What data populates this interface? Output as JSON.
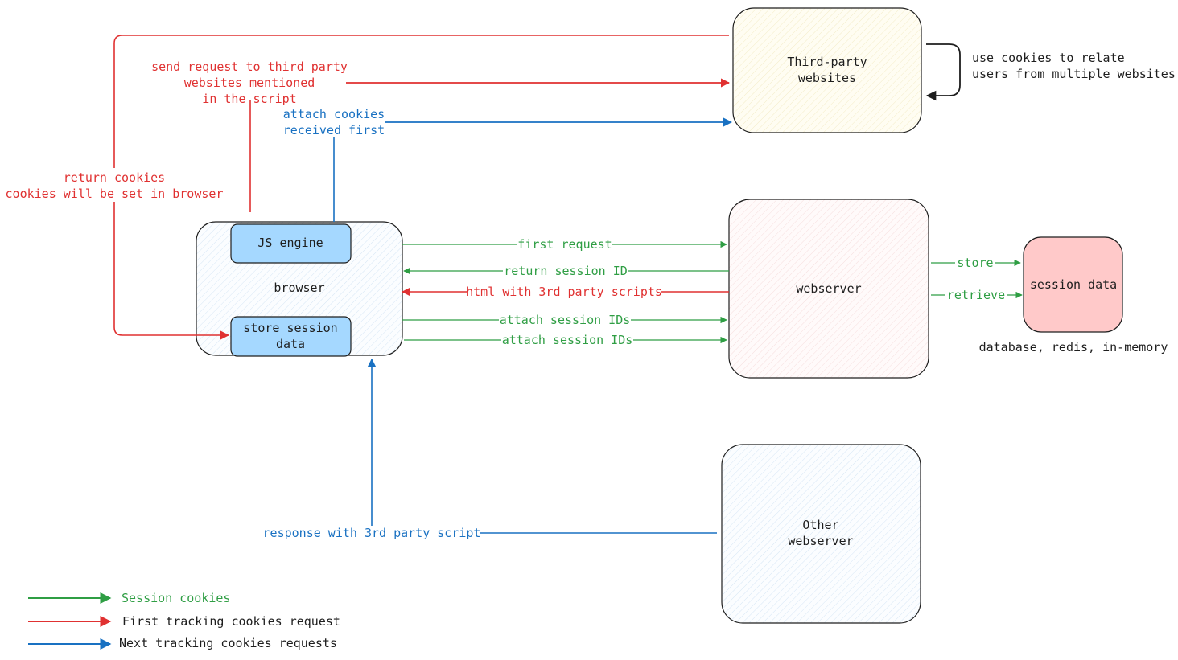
{
  "colors": {
    "green": "#2f9e44",
    "red": "#e03131",
    "blue": "#1971c2",
    "dark": "#1e1e1e",
    "third_party_fill": "#fffbe6",
    "webserver_fill": "#fff0f0",
    "other_fill": "#eef4fb",
    "browser_fill": "#eef4fb",
    "inner_box_fill": "#a5d8ff",
    "session_data_fill": "#ffc9c9"
  },
  "nodes": {
    "third_party": [
      "Third-party",
      "websites"
    ],
    "browser": "browser",
    "js_engine": "JS engine",
    "store_session": [
      "store session",
      "data"
    ],
    "webserver": "webserver",
    "session_data": "session data",
    "session_data_note": "database, redis, in-memory",
    "other_webserver": [
      "Other",
      "webserver"
    ]
  },
  "edge_labels": {
    "send_request": [
      "send request to third party",
      "websites mentioned",
      "in the script"
    ],
    "return_cookies": [
      "return cookies",
      "cookies will be set in browser"
    ],
    "attach_cookies": [
      "attach cookies",
      "received first"
    ],
    "use_cookies": [
      "use cookies to relate",
      "users from multiple websites"
    ],
    "first_request": "first request",
    "return_session_id": "return session ID",
    "html_scripts": "html with 3rd party scripts",
    "attach_ids_1": "attach session IDs",
    "attach_ids_2": "attach session IDs",
    "store": "store",
    "retrieve": "retrieve",
    "response_script": "response with 3rd party script"
  },
  "legend": [
    {
      "label": "Session cookies",
      "color": "green"
    },
    {
      "label": "First tracking cookies request",
      "color": "red"
    },
    {
      "label": "Next tracking cookies requests",
      "color": "blue"
    }
  ]
}
